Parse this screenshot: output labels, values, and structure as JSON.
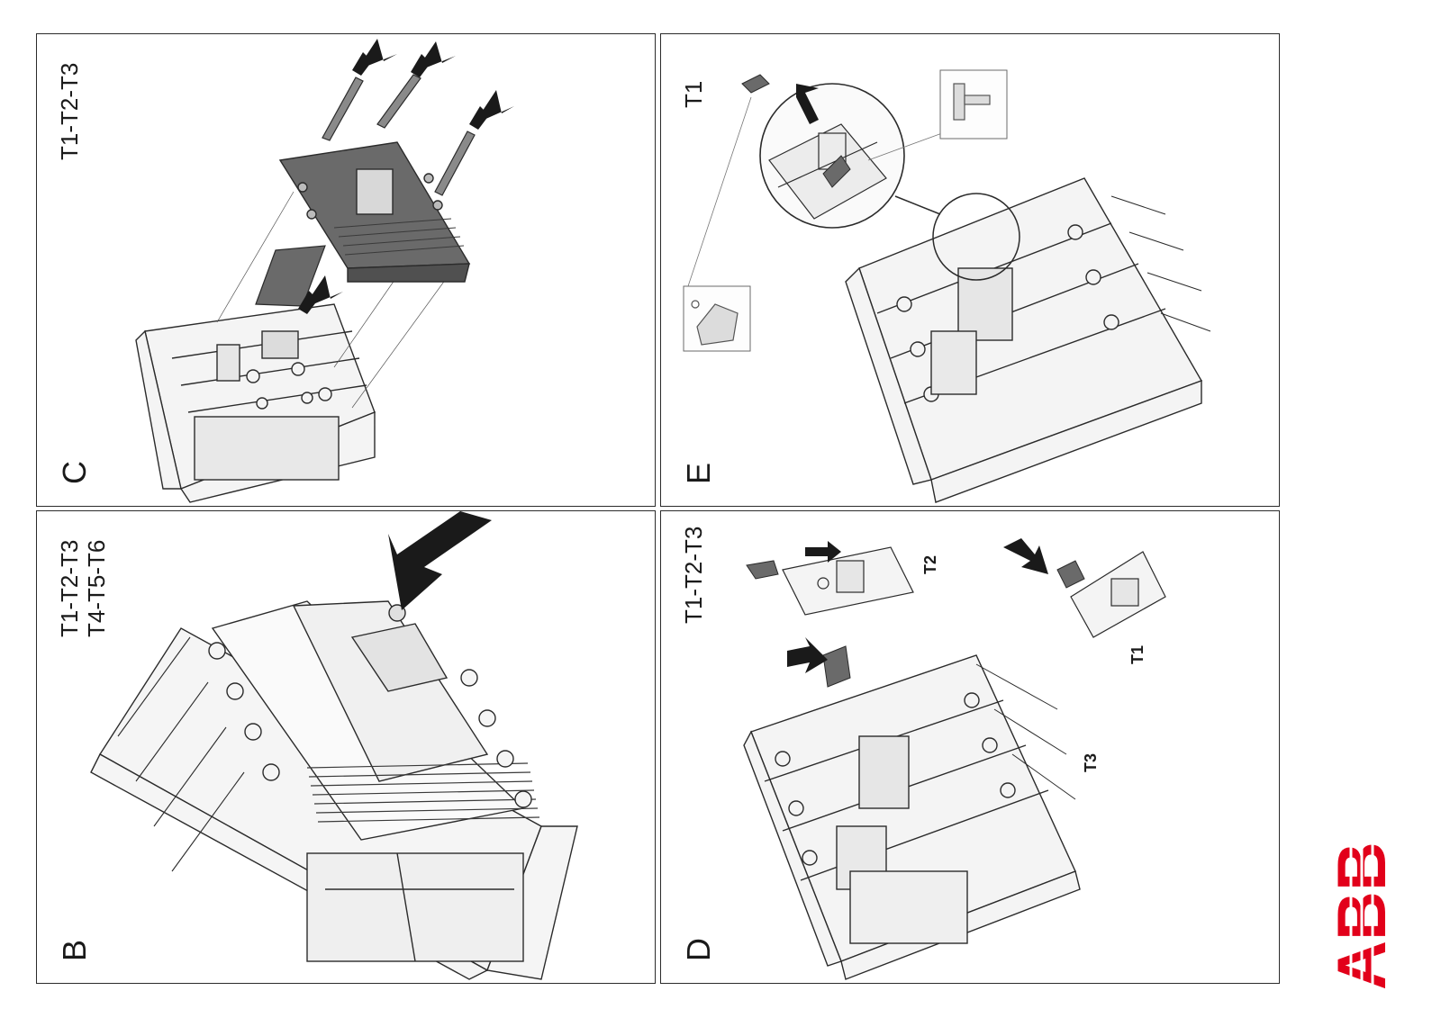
{
  "panels": {
    "C": {
      "letter": "C",
      "model": "T1-T2-T3"
    },
    "E": {
      "letter": "E",
      "model": "T1"
    },
    "B": {
      "letter": "B",
      "model_line1": "T1-T2-T3",
      "model_line2": "T4-T5-T6"
    },
    "D": {
      "letter": "D",
      "model": "T1-T2-T3",
      "callout_t2": "T2",
      "callout_t1": "T1",
      "callout_t3": "T3"
    }
  },
  "brand": {
    "logo_text": "ABB",
    "logo_color": "#e2001a"
  },
  "colors": {
    "line": "#2b2b2b",
    "part_fill": "#f2f2f2",
    "cover_fill": "#6a6a6a",
    "arrow_fill": "#1a1a1a"
  }
}
